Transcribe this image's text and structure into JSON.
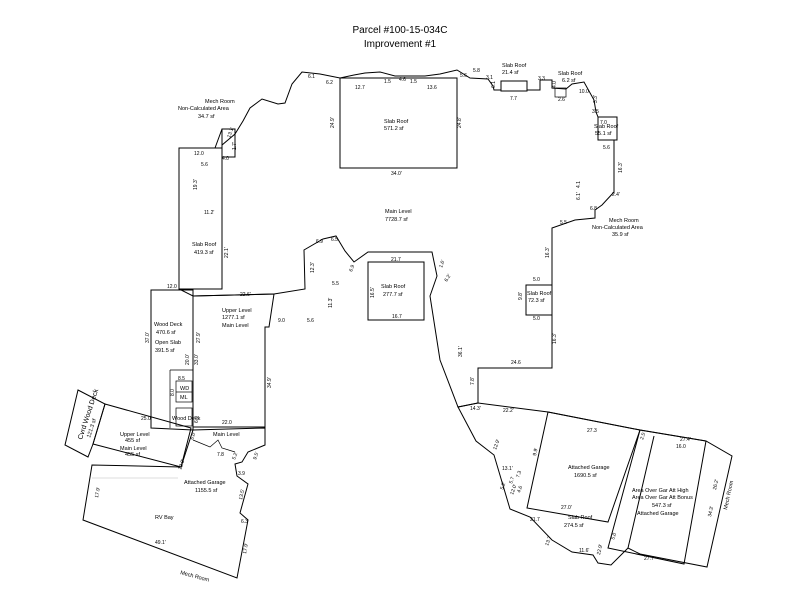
{
  "title_line1": "Parcel #100-15-034C",
  "title_line2": "Improvement #1",
  "areas": {
    "mech_room_a": "Mech Room",
    "non_calc_a": "Non-Calculated Area",
    "mech_sf_a": "34.7 sf",
    "slab_roof_center": "Slab Roof",
    "slab_sf_center": "571.2 sf",
    "slab_roof_r1": "Slab Roof",
    "slab_sf_r1": "21.4 sf",
    "slab_roof_r2": "Slab Roof",
    "slab_sf_r2": "6.2 sf",
    "slab_roof_r3": "Slab Roof",
    "slab_sf_r3": "55.1 sf",
    "main_level": "Main Level",
    "main_level_sf": "7728.7 sf",
    "mech_room_b": "Mech Room",
    "non_calc_b": "Non-Calculated Area",
    "mech_sf_b": "35.9 sf",
    "slab_roof_l": "Slab Roof",
    "slab_sf_l": "419.3 sf",
    "slab_roof_m": "Slab Roof",
    "slab_sf_m": "277.7 sf",
    "slab_roof_r4": "Slab Roof",
    "slab_sf_r4": "72.3 sf",
    "upper_level": "Upper Level",
    "upper_sf": "1277.1 sf",
    "main_level_2": "Main Level",
    "wood_deck": "Wood Deck",
    "wood_deck_sf": "470.6 sf",
    "open_slab": "Open Slab",
    "open_slab_sf": "391.5 sf",
    "wd": "WD",
    "ml": "ML",
    "wood_deck_small": "Wood Deck",
    "upper_level_2": "Upper Level",
    "upper_sf_2": "455 sf",
    "main_level_3": "Main Level",
    "main_sf_3": "455 sf",
    "main_level_4": "Main Level",
    "attached_garage_l": "Attached Garage",
    "garage_sf_l": "1155.5 sf",
    "rv_bay": "RV Bay",
    "mech_room_bottom": "Mech Room",
    "covered_wood_deck": "Cvrd Wood Deck",
    "covered_sf": "121.3 sf",
    "attached_garage_r": "Attached Garage",
    "garage_sf_r": "1690.5 sf",
    "slab_roof_bottom": "Slab Roof",
    "slab_sf_bottom": "274.5 sf",
    "area_over_gar_1": "Area Over Gar Att High",
    "area_over_gar_2": "Area Over Gar Att Bonus",
    "area_over_sf": "547.3 sf",
    "attached_garage_r2": "Attached Garage",
    "mech_room_right": "Mech Room"
  },
  "dims": {
    "d127": "12.7",
    "d136": "13.6",
    "d15a": "1.5",
    "d46": "4.6",
    "d15b": "1.5",
    "d61": "6.1",
    "d62": "6.2",
    "d249": "24.9'",
    "d248": "24.8'",
    "d340": "34.0'",
    "d56": "5.6",
    "d58": "5.8",
    "d31": "3.1",
    "d61b": "6.1",
    "d77": "7.7",
    "d33": "3.3",
    "d100": "10.0",
    "d26": "2.6",
    "d35": "3.5",
    "d40b": "4.0",
    "d33b": "3.3'",
    "d70": "7.0",
    "d56b": "5.6",
    "d163": "16.3'",
    "d24": "2.4'",
    "d68": "6.8",
    "d55": "5.5",
    "d61c": "6.1'",
    "d41": "4.1",
    "d163b": "16.3'",
    "d50": "5.0",
    "d98": "9.8'",
    "d50b": "5.0",
    "d163c": "16.3'",
    "d246": "24.6",
    "d78": "7.8'",
    "d222": "22.2'",
    "d143": "14.3'",
    "d120": "12.0",
    "d56c": "5.6",
    "d40": "4.0",
    "d193": "19.3'",
    "d112": "11.2'",
    "d221": "22.1'",
    "d120b": "12.0",
    "d226": "22.6'",
    "d123": "12.3'",
    "d69": "6.9",
    "d65": "6.5",
    "d69b": "6.9",
    "d217": "21.7",
    "d55b": "5.5",
    "d113": "11.3'",
    "d165": "16.5'",
    "d167": "16.7",
    "d16": "1.6'",
    "d62b": "6.2'",
    "d361": "36.1'",
    "d90": "9.0",
    "d56d": "5.6",
    "d370": "37.0'",
    "d279": "27.9'",
    "d330": "33.0'",
    "d85": "8.5",
    "d200": "20.0'",
    "d80": "8.0",
    "d60": "6.0",
    "d220": "22.0",
    "d349": "34.9'",
    "d250": "25.0",
    "d60b": "6.0'",
    "d52": "5.2'",
    "d95": "9.5'",
    "d78b": "7.8",
    "d120c": "12.0'",
    "d39": "3.9",
    "d135": "13.5'",
    "d63": "6.3",
    "d179": "17.9'",
    "d491": "49.1'",
    "d179b": "17.9'",
    "d273": "27.3",
    "d25": "2.5'",
    "d274": "27.4'",
    "d160": "16.0",
    "d262": "26.2'",
    "d343": "34.3'",
    "d99": "9.9'",
    "d131": "13.1'",
    "d129": "12.9'",
    "d270": "27.0'",
    "d217b": "21.7",
    "d116": "11.6'",
    "d229": "22.9'",
    "d277": "27.7",
    "d137": "13.7",
    "d50c": "5.0",
    "d120d": "12.0'",
    "d46b": "4.6",
    "d57": "5.7",
    "d73": "7.3",
    "d52b": "5.2'",
    "d131b": "13.1'",
    "d17": "1.7'"
  }
}
